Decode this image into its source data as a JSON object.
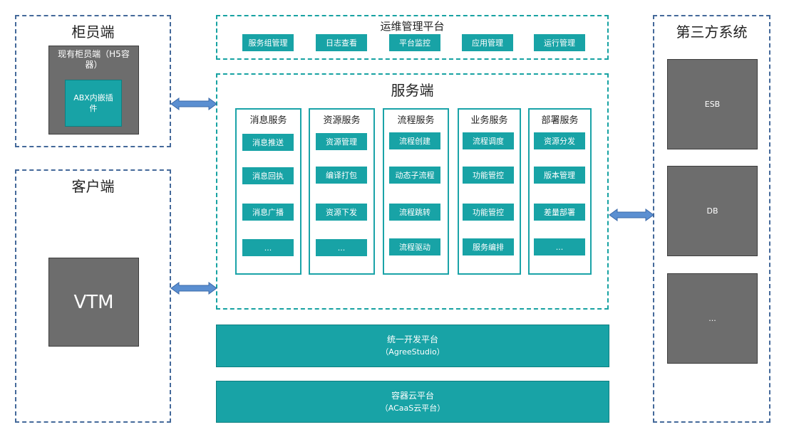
{
  "counter": {
    "title": "柜员端",
    "outer_label": "现有柜员端（H5容器）",
    "inner_label": "ABX内嵌插件"
  },
  "client": {
    "title": "客户端",
    "vtm_label": "VTM"
  },
  "ops": {
    "title": "运维管理平台",
    "items": [
      "服务组管理",
      "日志查看",
      "平台监控",
      "应用管理",
      "运行管理"
    ]
  },
  "service": {
    "title": "服务端",
    "columns": [
      {
        "title": "消息服务",
        "items": [
          "消息推送",
          "消息回执",
          "消息广播",
          "..."
        ]
      },
      {
        "title": "资源服务",
        "items": [
          "资源管理",
          "编译打包",
          "资源下发",
          "..."
        ]
      },
      {
        "title": "流程服务",
        "items": [
          "流程创建",
          "动态子流程",
          "流程跳转",
          "流程驱动"
        ]
      },
      {
        "title": "业务服务",
        "items": [
          "流程调度",
          "功能管控",
          "功能管控",
          "服务编排"
        ]
      },
      {
        "title": "部署服务",
        "items": [
          "资源分发",
          "版本管理",
          "差量部署",
          "..."
        ]
      }
    ]
  },
  "dev_platform": {
    "line1": "统一开发平台",
    "line2": "（AgreeStudio）"
  },
  "container_platform": {
    "line1": "容器云平台",
    "line2": "（ACaaS云平台）"
  },
  "third_party": {
    "title": "第三方系统",
    "items": [
      "ESB",
      "DB",
      "..."
    ]
  }
}
